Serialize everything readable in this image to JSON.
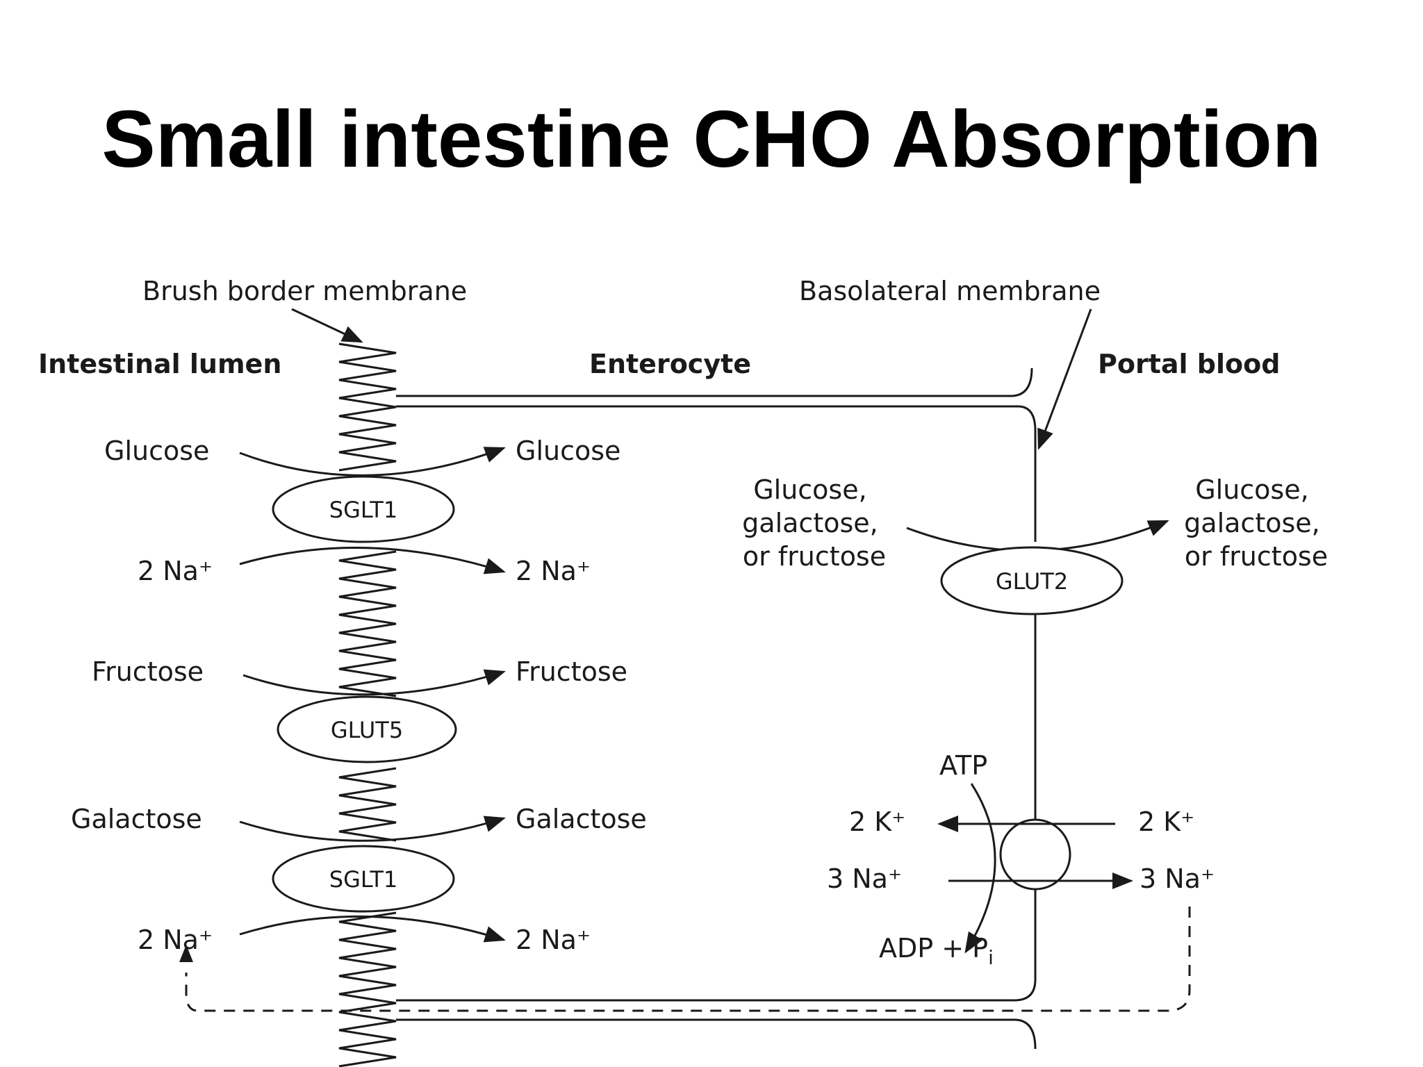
{
  "slide": {
    "title": "Small intestine CHO Absorption"
  },
  "diagram": {
    "labels": {
      "brush_border": "Brush border membrane",
      "basolateral": "Basolateral membrane",
      "lumen": "Intestinal lumen",
      "enterocyte": "Enterocyte",
      "portal": "Portal blood",
      "glucose_in": "Glucose",
      "glucose_out": "Glucose",
      "na_in_1": "2 Na⁺",
      "na_out_1": "2 Na⁺",
      "fructose_in": "Fructose",
      "fructose_out": "Fructose",
      "galactose_in": "Galactose",
      "galactose_out": "Galactose",
      "na_in_2": "2 Na⁺",
      "na_out_2": "2 Na⁺",
      "hexose_in": [
        "Glucose,",
        "galactose,",
        "or fructose"
      ],
      "hexose_out": [
        "Glucose,",
        "galactose,",
        "or fructose"
      ],
      "atp": "ATP",
      "adp": "ADP + P",
      "adp_sub": "i",
      "k_left": "2 K⁺",
      "k_right": "2 K⁺",
      "na_left": "3 Na⁺",
      "na_right": "3 Na⁺"
    },
    "transporters": {
      "sglt1_top": "SGLT1",
      "glut5": "GLUT5",
      "sglt1_bottom": "SGLT1",
      "glut2": "GLUT2"
    }
  },
  "colors": {
    "ink": "#1a1a1a",
    "title": "#000000",
    "background": "#ffffff"
  }
}
